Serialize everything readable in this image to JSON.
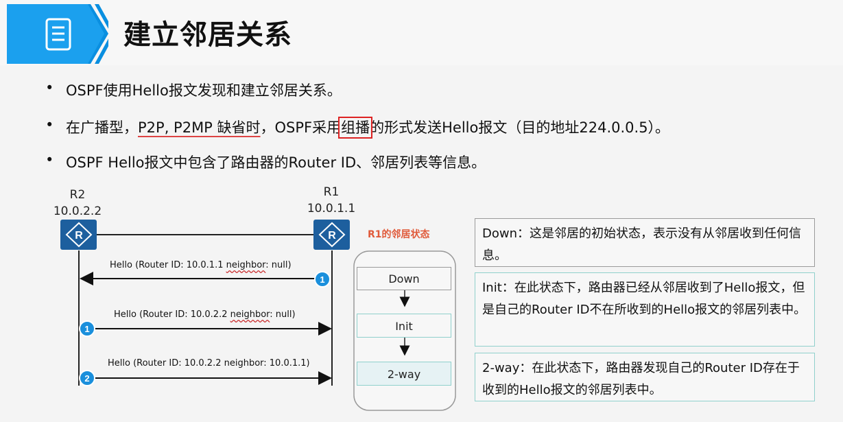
{
  "title": "建立邻居关系",
  "bullets": [
    {
      "dot": "•",
      "text": "OSPF使用Hello报文发现和建立邻居关系。"
    },
    {
      "dot": "•",
      "pre": "在广播型，",
      "underlined": "P2P, P2MP 缺省时",
      "mid": "，OSPF采用",
      "boxed": "组播",
      "post": "的形式发送Hello报文（目的地址224.0.0.5）。"
    },
    {
      "dot": "•",
      "text": "OSPF Hello报文中包含了路由器的Router ID、邻居列表等信息。"
    }
  ],
  "routers": {
    "r2": {
      "name": "R2",
      "ip": "10.0.2.2",
      "icon": "router-icon"
    },
    "r1": {
      "name": "R1",
      "ip": "10.0.1.1",
      "icon": "router-icon"
    }
  },
  "messages": [
    {
      "step": "1",
      "pre": "Hello (Router ID: 10.0.1.1 ",
      "word": "neighbor",
      "post": ": null)"
    },
    {
      "step": "1",
      "pre": "Hello (Router ID: 10.0.2.2 ",
      "word": "neighbor",
      "post": ": null)"
    },
    {
      "step": "2",
      "pre": "Hello (Router ID: 10.0.2.2 neighbor: 10.0.1.1)",
      "word": "",
      "post": ""
    }
  ],
  "state_panel": {
    "title": "R1的邻居状态",
    "states": [
      "Down",
      "Init",
      "2-way"
    ]
  },
  "descriptions": [
    "Down：这是邻居的初始状态，表示没有从邻居收到任何信息。",
    "Init：在此状态下，路由器已经从邻居收到了Hello报文，但是自己的Router ID不在所收到的Hello报文的邻居列表中。",
    "2-way：在此状态下，路由器发现自己的Router ID存在于收到的Hello报文的邻居列表中。"
  ],
  "colors": {
    "accent_blue": "#0a8fe0",
    "router_blue": "#1d5f9e",
    "step_blue": "#1a8fdc",
    "state_title": "#e05a3a",
    "underline_red": "#d44444"
  }
}
